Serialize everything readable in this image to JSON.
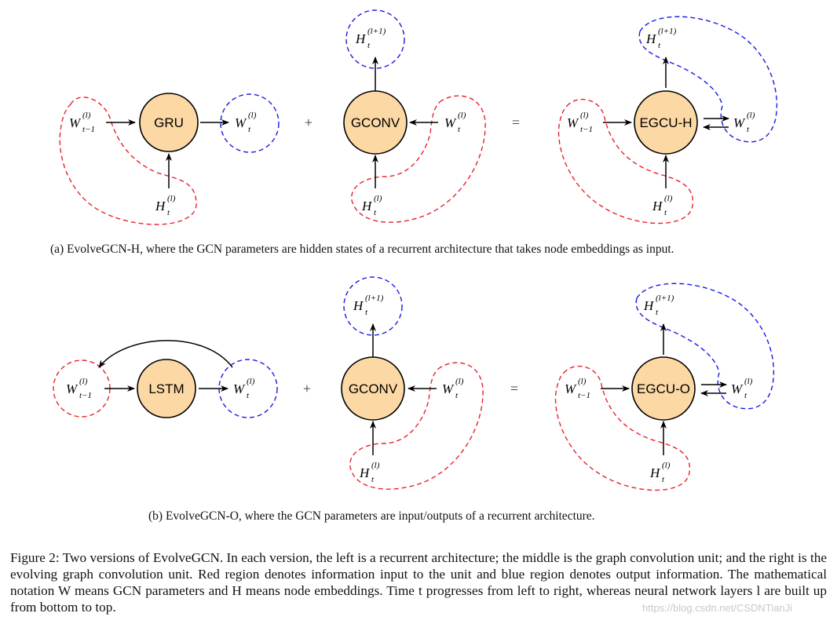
{
  "panels": [
    {
      "recurrent_unit": "GRU",
      "conv_unit": "GCONV",
      "evolving_unit": "EGCU-H",
      "plus": "+",
      "equals": "=",
      "caption": "(a)  EvolveGCN-H, where the GCN parameters are hidden states of a recurrent architecture that takes node embeddings as input."
    },
    {
      "recurrent_unit": "LSTM",
      "conv_unit": "GCONV",
      "evolving_unit": "EGCU-O",
      "plus": "+",
      "equals": "=",
      "caption": "(b)  EvolveGCN-O, where the GCN parameters are input/outputs of a recurrent architecture."
    }
  ],
  "notation": {
    "W": "W",
    "H": "H",
    "sup_l": "(l)",
    "sup_l1": "(l+1)",
    "sub_t": "t",
    "sub_t1": "t−1"
  },
  "colors": {
    "node_fill": "#fcd8a4",
    "input_region": "#e8222a",
    "output_region": "#1a1ae6"
  },
  "figure_caption": "Figure 2: Two versions of EvolveGCN. In each version, the left is a recurrent architecture; the middle is the graph convolution unit; and the right is the evolving graph convolution unit. Red region denotes information input to the unit and blue region denotes output information. The mathematical notation W means GCN parameters and H means node embeddings. Time t progresses from left to right, whereas neural network layers l are built up from bottom to top.",
  "watermark": "https://blog.csdn.net/CSDNTianJi"
}
